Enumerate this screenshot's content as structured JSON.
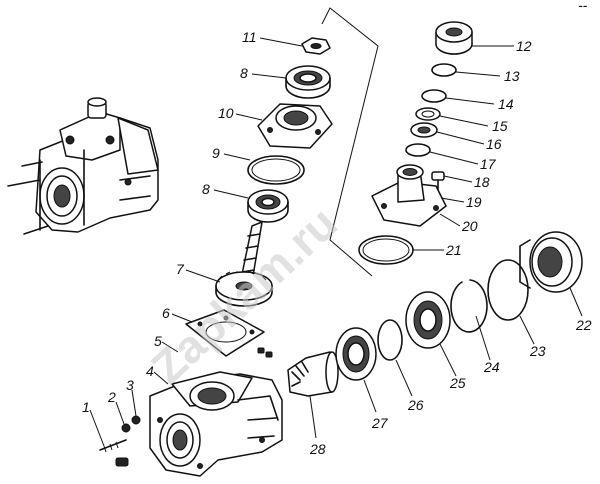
{
  "watermark": "Zapkam.ru",
  "corner_mark": "--",
  "labels": {
    "l1": "1",
    "l2": "2",
    "l3": "3",
    "l4": "4",
    "l5": "5",
    "l6": "6",
    "l7": "7",
    "l8a": "8",
    "l8b": "8",
    "l9": "9",
    "l10": "10",
    "l11": "11",
    "l12": "12",
    "l13": "13",
    "l14": "14",
    "l15": "15",
    "l16": "16",
    "l17": "17",
    "l18": "18",
    "l19": "19",
    "l20": "20",
    "l21": "21",
    "l22": "22",
    "l23": "23",
    "l24": "24",
    "l25": "25",
    "l26": "26",
    "l27": "27",
    "l28": "28"
  }
}
